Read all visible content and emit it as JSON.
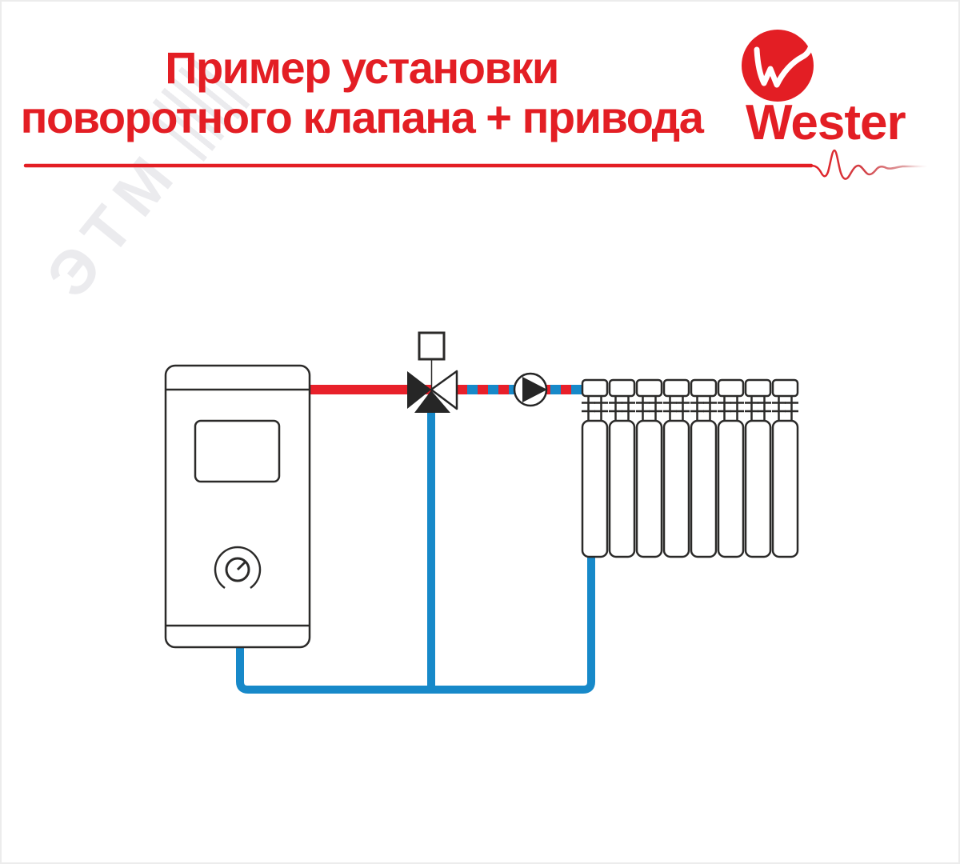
{
  "watermark": {
    "text": "ЭТМ"
  },
  "header": {
    "title_line1": "Пример установки",
    "title_line2": "поворотного клапана + привода"
  },
  "logo": {
    "brand": "Wester"
  },
  "colors": {
    "accent_red": "#e31e24",
    "pipe_red": "#e8202a",
    "pipe_blue": "#1789c9",
    "outline": "#2b2a29"
  },
  "diagram": {
    "radiator": {
      "sections": 8
    },
    "components": {
      "boiler": "boiler-unit",
      "valve": "three-way-rotary-valve",
      "actuator": "valve-actuator",
      "pump": "circulation-pump",
      "radiator": "sectional-radiator",
      "supply_pipe": "hot-supply-pipe",
      "mixed_pipe": "mixed-flow-pipe",
      "return_pipe": "cold-return-pipe"
    }
  }
}
